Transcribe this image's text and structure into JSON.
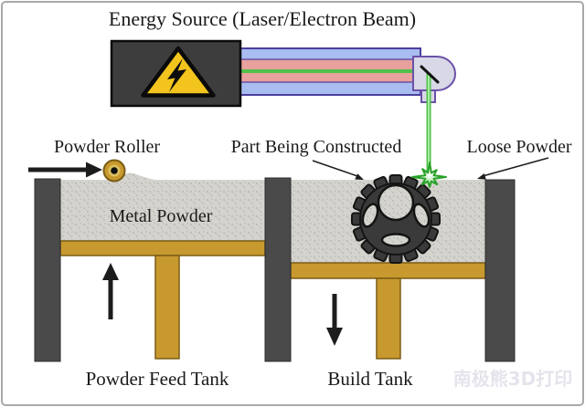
{
  "title": "Energy Source (Laser/Electron Beam)",
  "labels": {
    "powder_roller": "Powder Roller",
    "part_being_constructed": "Part Being Constructed",
    "loose_powder": "Loose Powder",
    "metal_powder": "Metal Powder",
    "powder_feed_tank": "Powder Feed Tank",
    "build_tank": "Build Tank"
  },
  "watermark": "南极熊3D打印",
  "colors": {
    "text": "#1a1a1a",
    "arrow": "#1c1c1c",
    "box": "#3d3d3d",
    "box_edge": "#0a0a0a",
    "hazard_yellow": "#f2c41d",
    "tube_blue": "#a9bdf0",
    "tube_border": "#4d3f9e",
    "tube_pink": "#e8a19c",
    "pink_border": "#6b51a8",
    "nozzle": "#d8d8e6",
    "beam_green": "#4fc24a",
    "beam_core": "#aaeaa2",
    "spark_fill": "#c2f2b8",
    "spark_stroke": "#27a127",
    "wall_gray": "#4a4a4a",
    "wall_edge": "#2c2c2c",
    "powder_base": "#d4d3ce",
    "powder_speckle": "#a6a59e",
    "gold": "#c8992e",
    "gold_dark": "#7a5c15",
    "gear_dark": "#3a3a3a",
    "gear_edge": "#141414",
    "roller_inner": "#dcc05e",
    "watermark_gray": "#e4e4ec"
  }
}
